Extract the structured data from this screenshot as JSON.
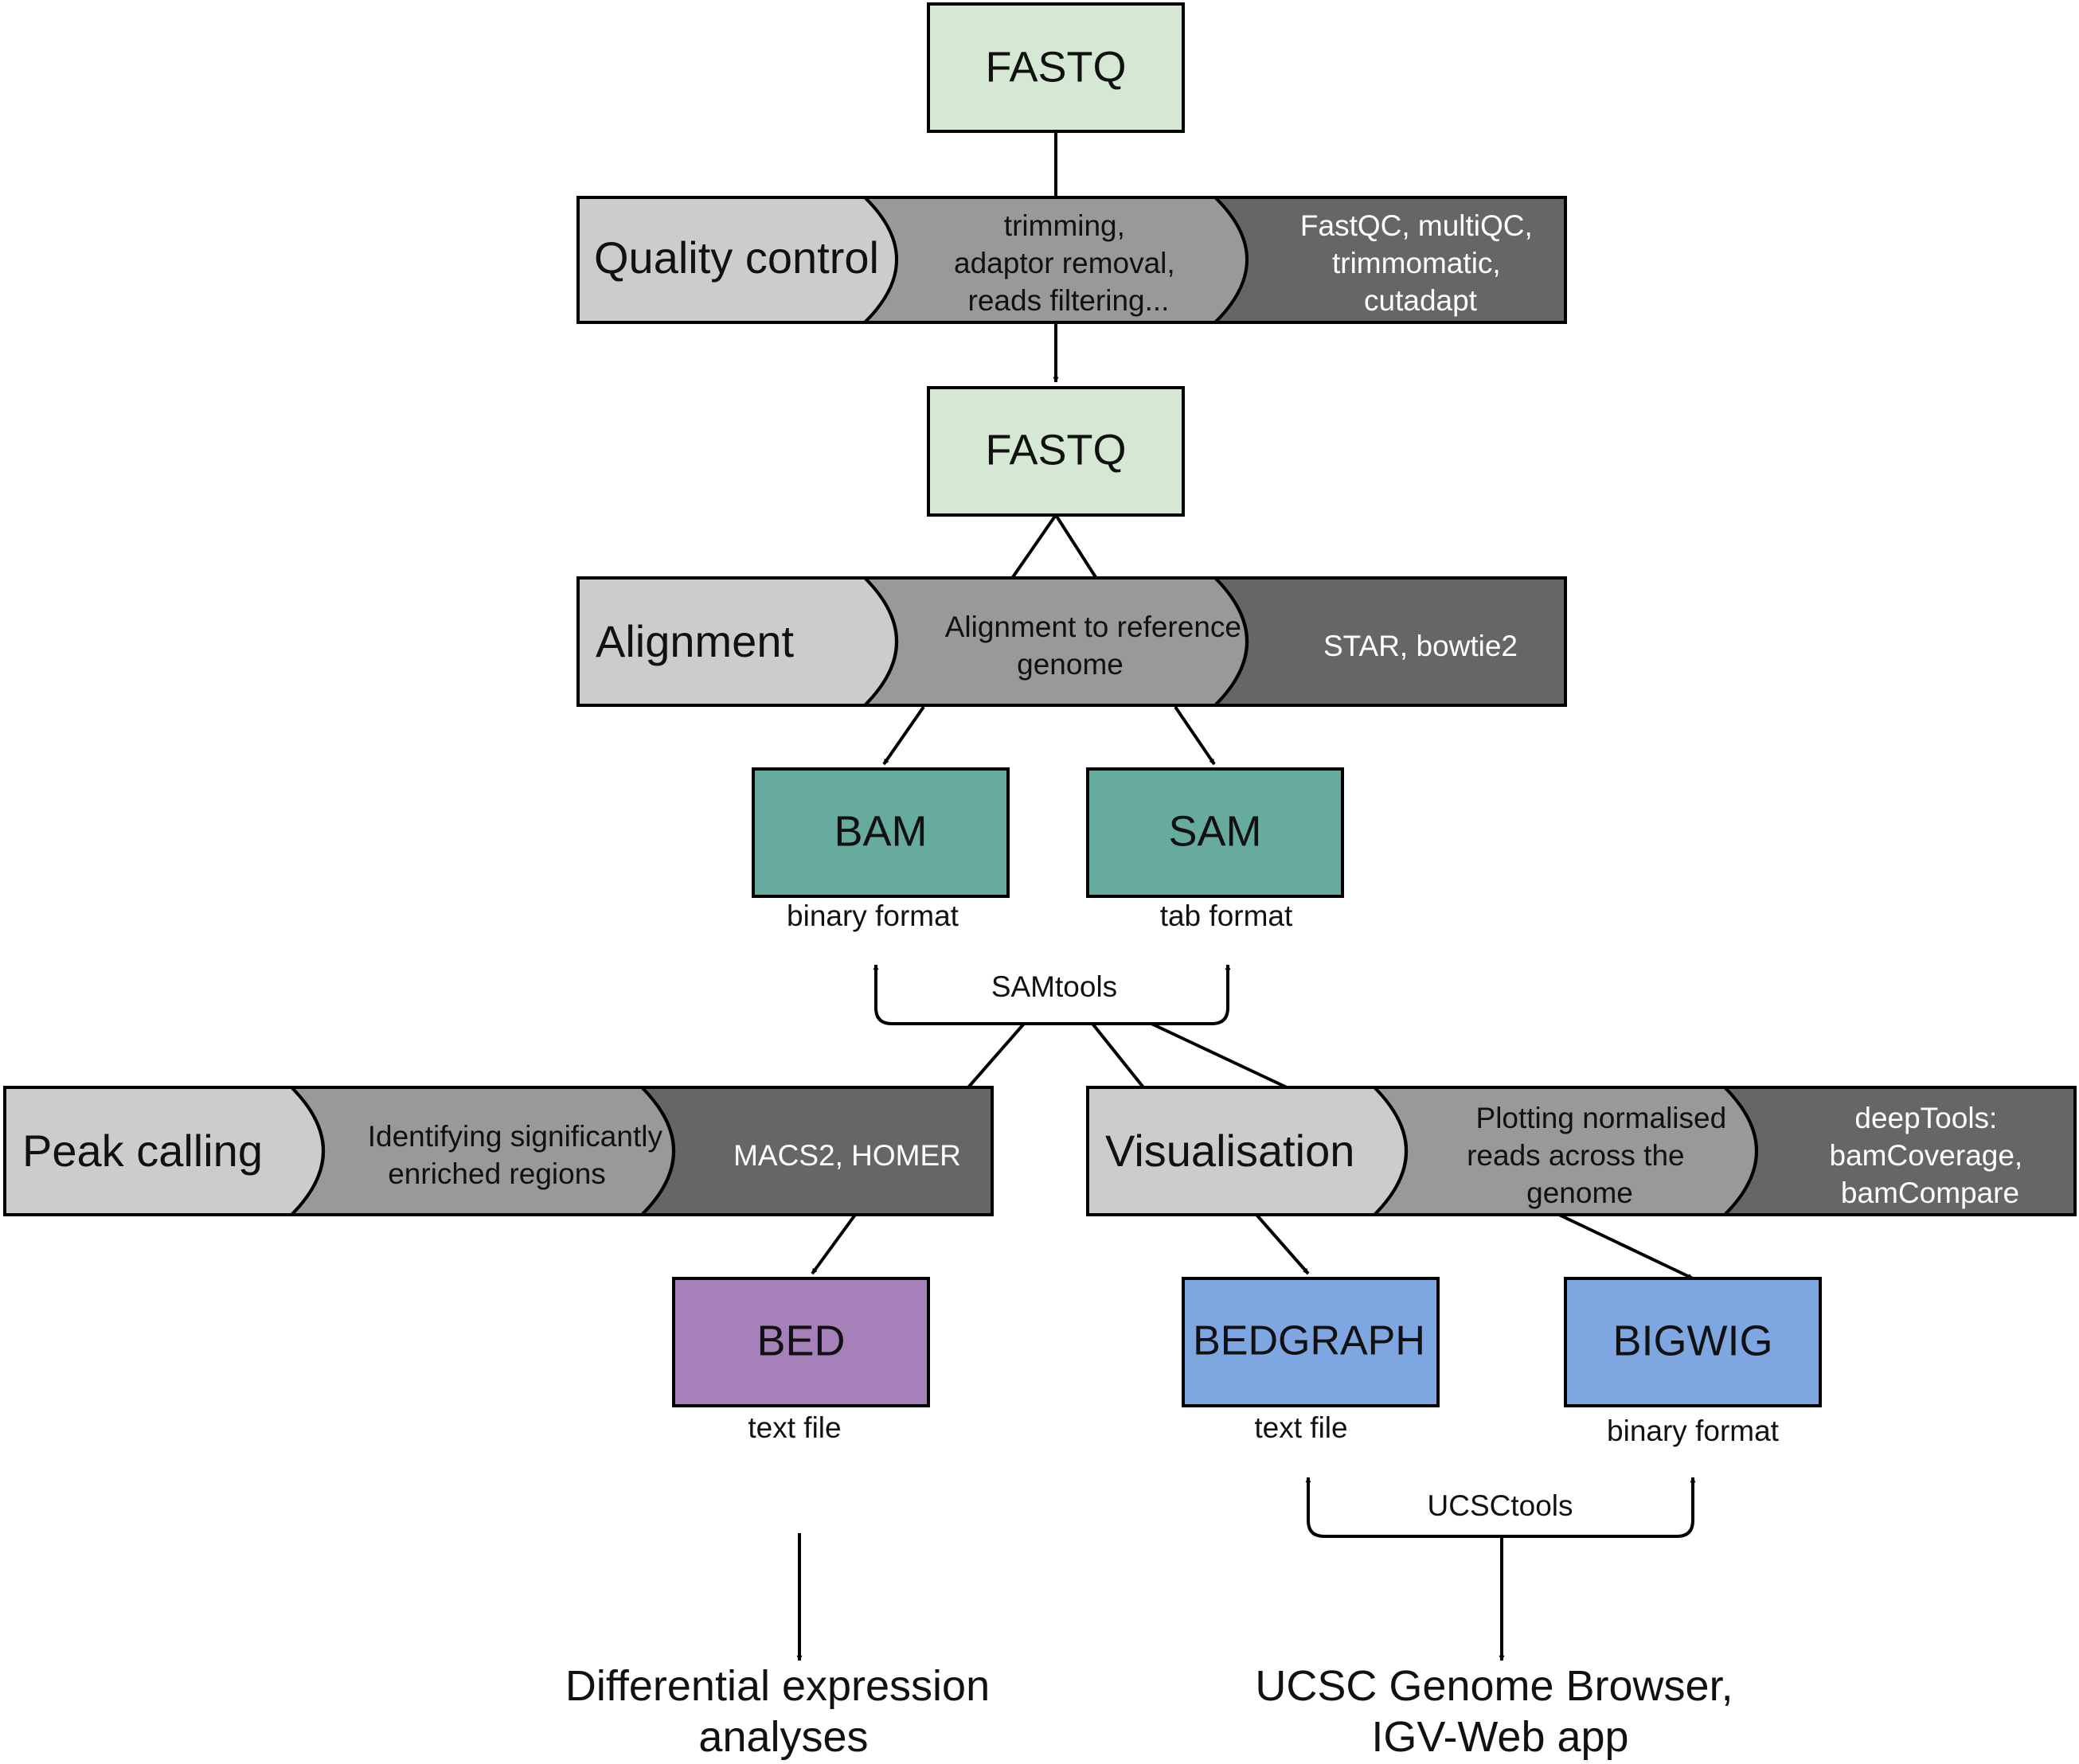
{
  "colors": {
    "fastq": "#d5e8d4",
    "alignment_output": "#67ab9f",
    "peak_output": "#a680b8",
    "visualisation_output": "#7ea6e0",
    "stage_light": "#cccccc",
    "stage_mid": "#999999",
    "stage_dark": "#666666",
    "stroke": "#000000"
  },
  "boxes": {
    "fastq_raw": "FASTQ",
    "fastq_clean": "FASTQ",
    "bam": "BAM",
    "sam": "SAM",
    "bed": "BED",
    "bedgraph": "BEDGRAPH",
    "bigwig": "BIGWIG"
  },
  "stages": {
    "quality_control": {
      "title": "Quality control",
      "description": [
        "trimming,",
        "adaptor removal,",
        "reads filtering..."
      ],
      "tools": [
        "FastQC, multiQC,",
        "trimmomatic,",
        "cutadapt"
      ]
    },
    "alignment": {
      "title": "Alignment",
      "description": [
        "Alignment to reference",
        "genome"
      ],
      "tools": [
        "STAR, bowtie2"
      ]
    },
    "peak_calling": {
      "title": "Peak calling",
      "description": [
        "Identifying significantly",
        "enriched regions"
      ],
      "tools": [
        "MACS2, HOMER"
      ]
    },
    "visualisation": {
      "title": "Visualisation",
      "description": [
        "Plotting normalised",
        "reads across the",
        "genome"
      ],
      "tools": [
        "deepTools:",
        "bamCoverage,",
        "bamCompare"
      ]
    }
  },
  "captions": {
    "bam": "binary format",
    "sam": "tab format",
    "samtools": "SAMtools",
    "bed": "text file",
    "bedgraph": "text file",
    "bigwig": "binary format",
    "ucsctools": "UCSCtools"
  },
  "outcomes": {
    "differential": [
      "Differential expression",
      "analyses"
    ],
    "browser": [
      "UCSC Genome Browser,",
      "IGV-Web app"
    ]
  }
}
